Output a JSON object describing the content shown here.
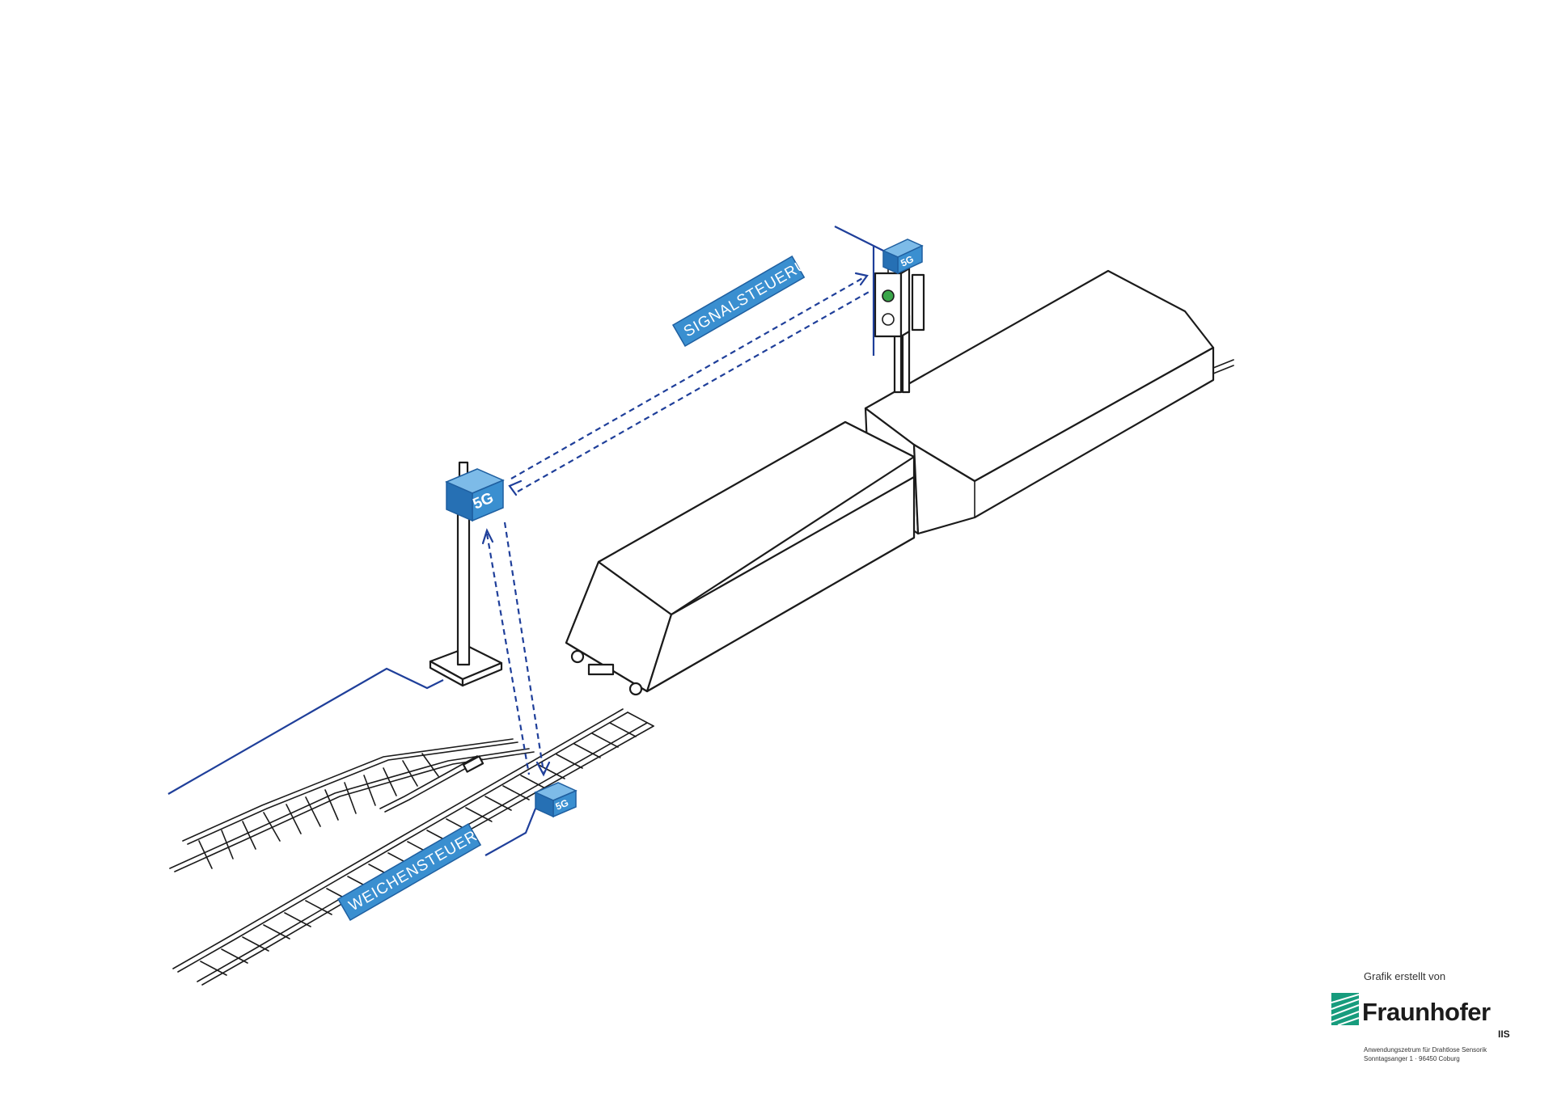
{
  "labels": {
    "signal_control": "SIGNALSTEUERUNG",
    "switch_control": "WEICHENSTEUERUNG",
    "five_g": "5G"
  },
  "credit": {
    "created_by": "Grafik erstellt von",
    "brand": "Fraunhofer",
    "unit": "IIS",
    "address_line1": "Anwendungszetrum für Drahtlose Sensorik",
    "address_line2": "Sonntagsanger 1 ·  96450 Coburg"
  },
  "colors": {
    "accent_blue": "#3a8fd0",
    "line_blue": "#1f3f9a",
    "signal_green": "#3aa64a",
    "brand_green": "#179c7d",
    "ink": "#1b1b1b"
  }
}
